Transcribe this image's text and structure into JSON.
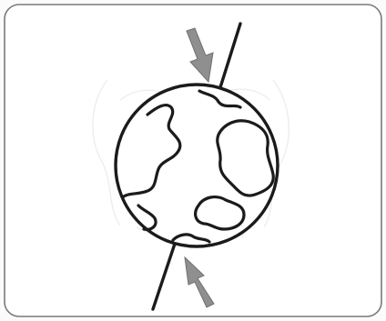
{
  "colors": {
    "page_background": "#fbfbfb",
    "panel_fill": "#ffffff",
    "panel_border": "#7a7a7a",
    "ink": "#1b1b1b",
    "arrow_fill": "#8f8f8f",
    "arrow_stroke": "#707070",
    "faint_watermark": "#ececec"
  },
  "diagram": {
    "subject": "globe-on-tilted-axis",
    "axis_tilt_degrees": 23,
    "arrow_count": 2,
    "continent_count": 6
  }
}
